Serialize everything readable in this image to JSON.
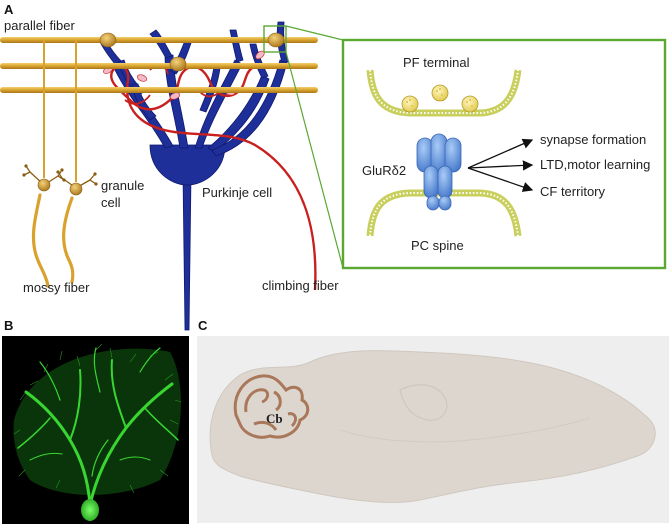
{
  "panels": {
    "a": {
      "letter": "A"
    },
    "b": {
      "letter": "B"
    },
    "c": {
      "letter": "C"
    }
  },
  "panel_a": {
    "labels": {
      "parallel_fiber": "parallel fiber",
      "granule_cell_line1": "granule",
      "granule_cell_line2": "cell",
      "mossy_fiber": "mossy fiber",
      "purkinje_cell": "Purkinje cell",
      "climbing_fiber": "climbing fiber"
    },
    "inset": {
      "pf_terminal": "PF terminal",
      "receptor": "GluRδ2",
      "pc_spine": "PC spine",
      "outcomes": [
        "synapse formation",
        "LTD,motor learning",
        "CF territory"
      ]
    }
  },
  "panel_c": {
    "region_label": "Cb"
  },
  "colors": {
    "fiber_gold": "#d9a22e",
    "purkinje_blue": "#1f2f9a",
    "climbing_red": "#c8201e",
    "inset_border": "#5aa832",
    "receptor_blue": "#5b8fd8",
    "neuron_green": "#39d631",
    "brain_slice": "#ddd6cf",
    "cerebellum_outline": "#a9785a"
  }
}
